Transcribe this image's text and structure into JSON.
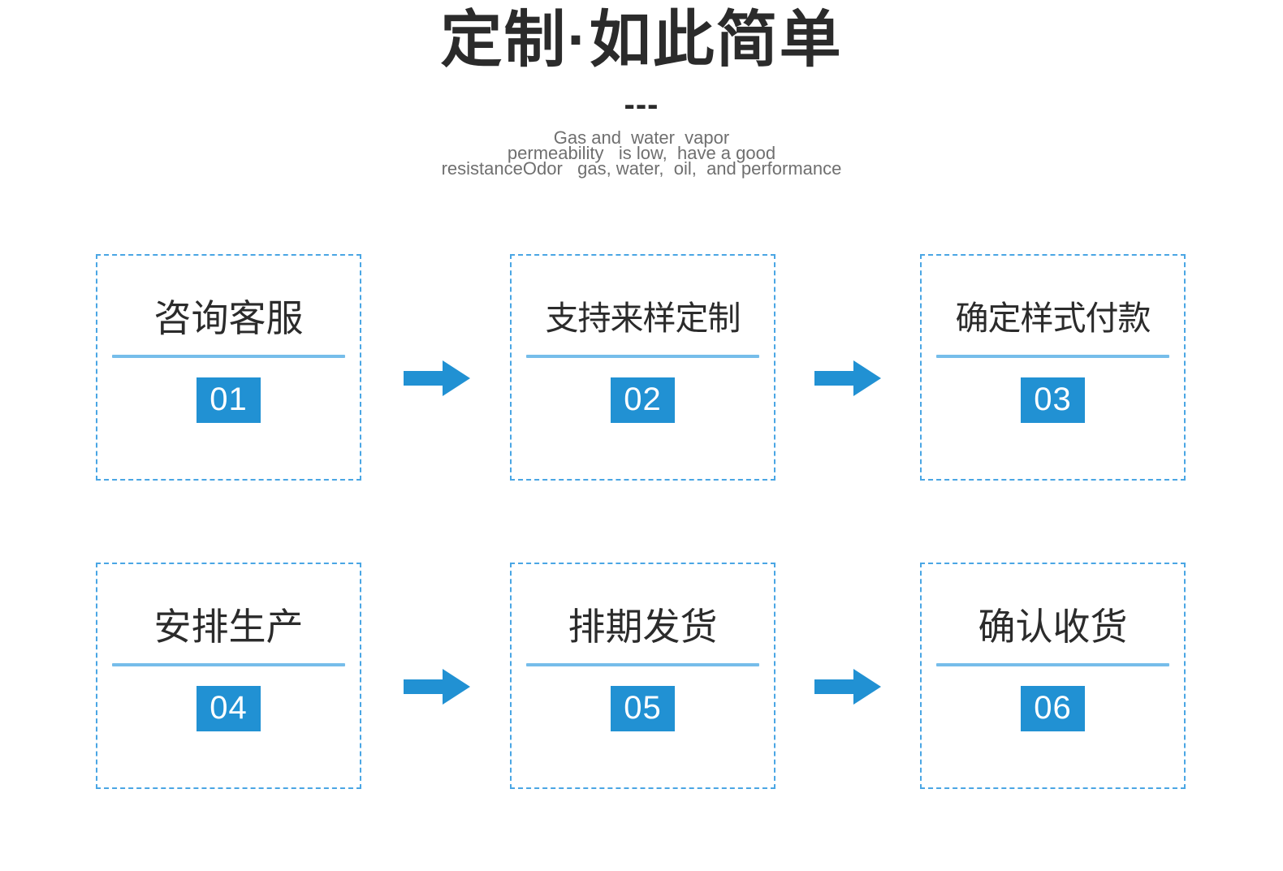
{
  "header": {
    "title": "定制·如此简单",
    "dashes": "---",
    "subtitle_lines": [
      "Gas and  water  vapor",
      "permeability   is low,  have a good",
      "resistanceOdor   gas, water,  oil,  and performance"
    ]
  },
  "colors": {
    "accent_blue": "#2191d3",
    "border_blue": "#4aa6e4",
    "divider_blue": "#76bdea",
    "title_gray": "#2b2b2b",
    "subtitle_gray": "#6f6f6f",
    "background": "#ffffff"
  },
  "steps": [
    {
      "number": "01",
      "title": "咨询客服",
      "row": 1,
      "col": 1
    },
    {
      "number": "02",
      "title": "支持来样定制",
      "row": 1,
      "col": 2
    },
    {
      "number": "03",
      "title": "确定样式付款",
      "row": 1,
      "col": 3
    },
    {
      "number": "04",
      "title": "安排生产",
      "row": 2,
      "col": 1
    },
    {
      "number": "05",
      "title": "排期发货",
      "row": 2,
      "col": 2
    },
    {
      "number": "06",
      "title": "确认收货",
      "row": 2,
      "col": 3
    }
  ],
  "arrows": {
    "icon": "arrow-right-icon",
    "count": 4
  }
}
